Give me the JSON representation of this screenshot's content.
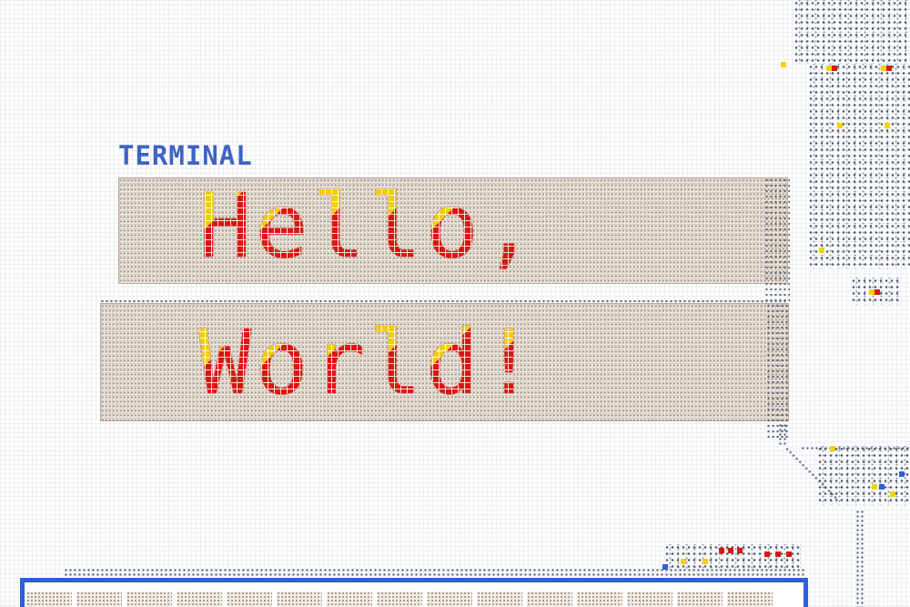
{
  "title": "TERMINAL",
  "lines": [
    {
      "id": "line1",
      "chars": [
        "H",
        "e",
        "l",
        "l",
        "o",
        ","
      ]
    },
    {
      "id": "line2",
      "chars": [
        "W",
        "o",
        "r",
        "l",
        "d",
        "!"
      ]
    }
  ],
  "colors": {
    "title": "#3f63c4",
    "pixel_on_red": "#d8150f",
    "pixel_on_yellow": "#f1d400",
    "wire": "#5b6778",
    "bus_blue": "#2f5ed8",
    "panel_bg": "#f3ede6"
  }
}
